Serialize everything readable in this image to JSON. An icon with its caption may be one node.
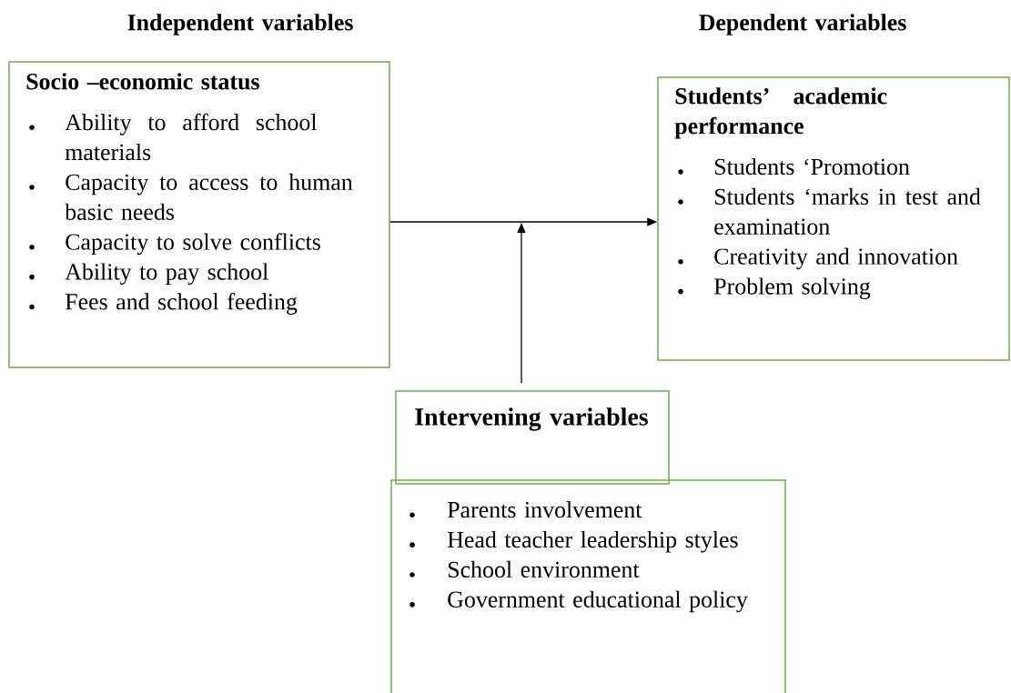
{
  "diagram": {
    "nodes": [
      {
        "text": [
          "Socio –economic status",
          "Ability to afford school materials",
          "Capacity to access to human basic needs",
          "Capacity to solve conflicts",
          "Ability to pay school",
          "Fees and school feeding"
        ]
      },
      {
        "text": [
          "Students’ academic performance",
          "Students ‘Promotion",
          "Students ‘marks in test and examination",
          "Creativity and innovation",
          "Problem solving"
        ]
      },
      {
        "text": [
          "Intervening variables"
        ]
      },
      {
        "text": [
          "Parents involvement",
          "Head teacher leadership styles",
          "School environment",
          "Government educational policy"
        ]
      }
    ],
    "edges": [
      {
        "from": 0,
        "to": 1,
        "arrow": "to"
      },
      {
        "from": 2,
        "to": null,
        "arrow": "to"
      }
    ],
    "labels": [
      "Independent variables",
      "Dependent variables"
    ]
  }
}
